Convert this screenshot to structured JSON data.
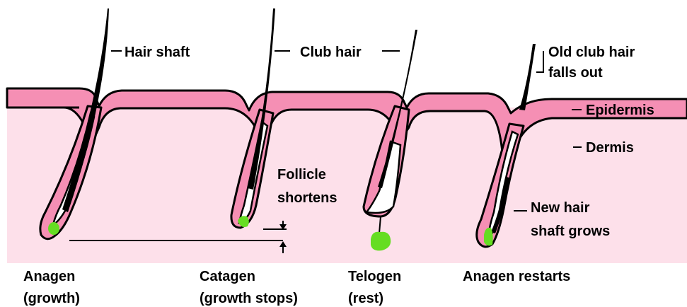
{
  "labels": {
    "hair_shaft": "Hair shaft",
    "club_hair": "Club hair",
    "old_club_hair_line1": "Old club hair",
    "old_club_hair_line2": "falls out",
    "epidermis": "Epidermis",
    "dermis": "Dermis",
    "follicle_line1": "Follicle",
    "follicle_line2": "shortens",
    "new_hair_line1": "New hair",
    "new_hair_line2": "shaft grows"
  },
  "stages": [
    {
      "name": "Anagen",
      "note": "(growth)"
    },
    {
      "name": "Catagen",
      "note": "(growth stops)"
    },
    {
      "name": "Telogen",
      "note": "(rest)"
    },
    {
      "name": "Anagen restarts",
      "note": ""
    }
  ],
  "colors": {
    "dermis": "#fde0ea",
    "epidermis": "#f58fb4",
    "outline": "#000000",
    "papilla": "#66dd22",
    "bulb": "#ffffff"
  }
}
